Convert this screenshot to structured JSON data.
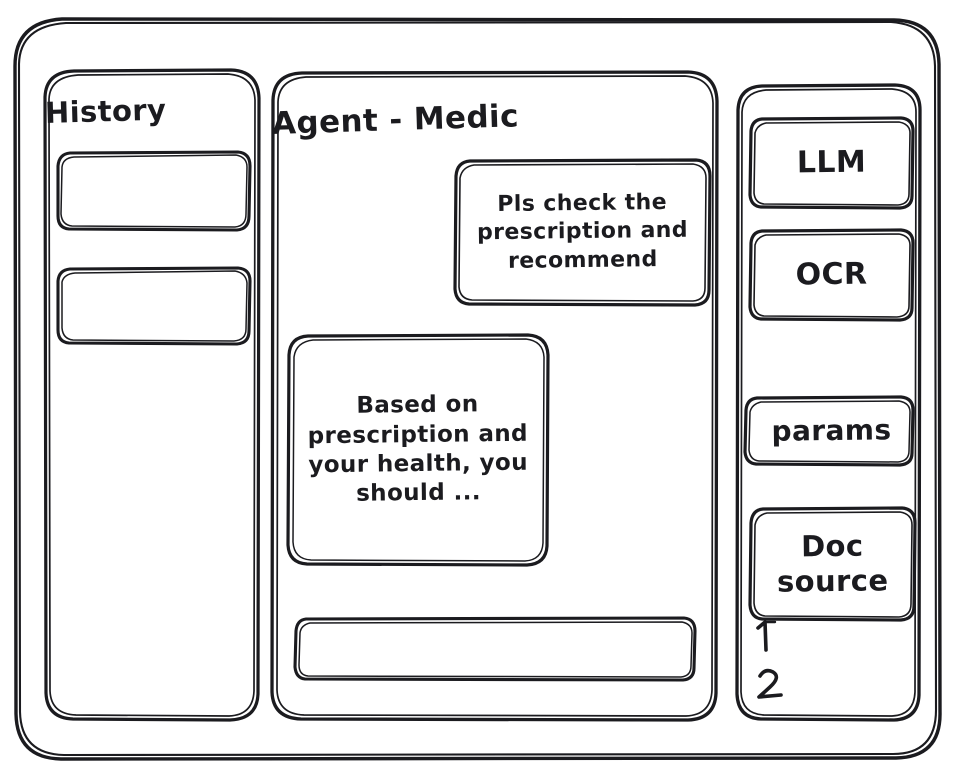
{
  "window": {
    "frame_name": "app-window"
  },
  "sidebar": {
    "title": "History",
    "items": [
      {
        "label": ""
      },
      {
        "label": ""
      }
    ]
  },
  "main": {
    "title": "Agent - Medic",
    "messages": [
      {
        "role": "user",
        "text": "Pls check the prescription and recommend"
      },
      {
        "role": "agent",
        "text": "Based on prescription and your health, you should ..."
      }
    ],
    "composer": {
      "value": "",
      "placeholder": ""
    }
  },
  "tools": {
    "buttons": [
      {
        "label": "LLM"
      },
      {
        "label": "OCR"
      },
      {
        "label": "params"
      }
    ],
    "doc_source": {
      "label": "Doc source",
      "refs": [
        "1",
        "2"
      ]
    }
  },
  "colors": {
    "stroke": "#1b1b1f",
    "background": "#ffffff"
  }
}
